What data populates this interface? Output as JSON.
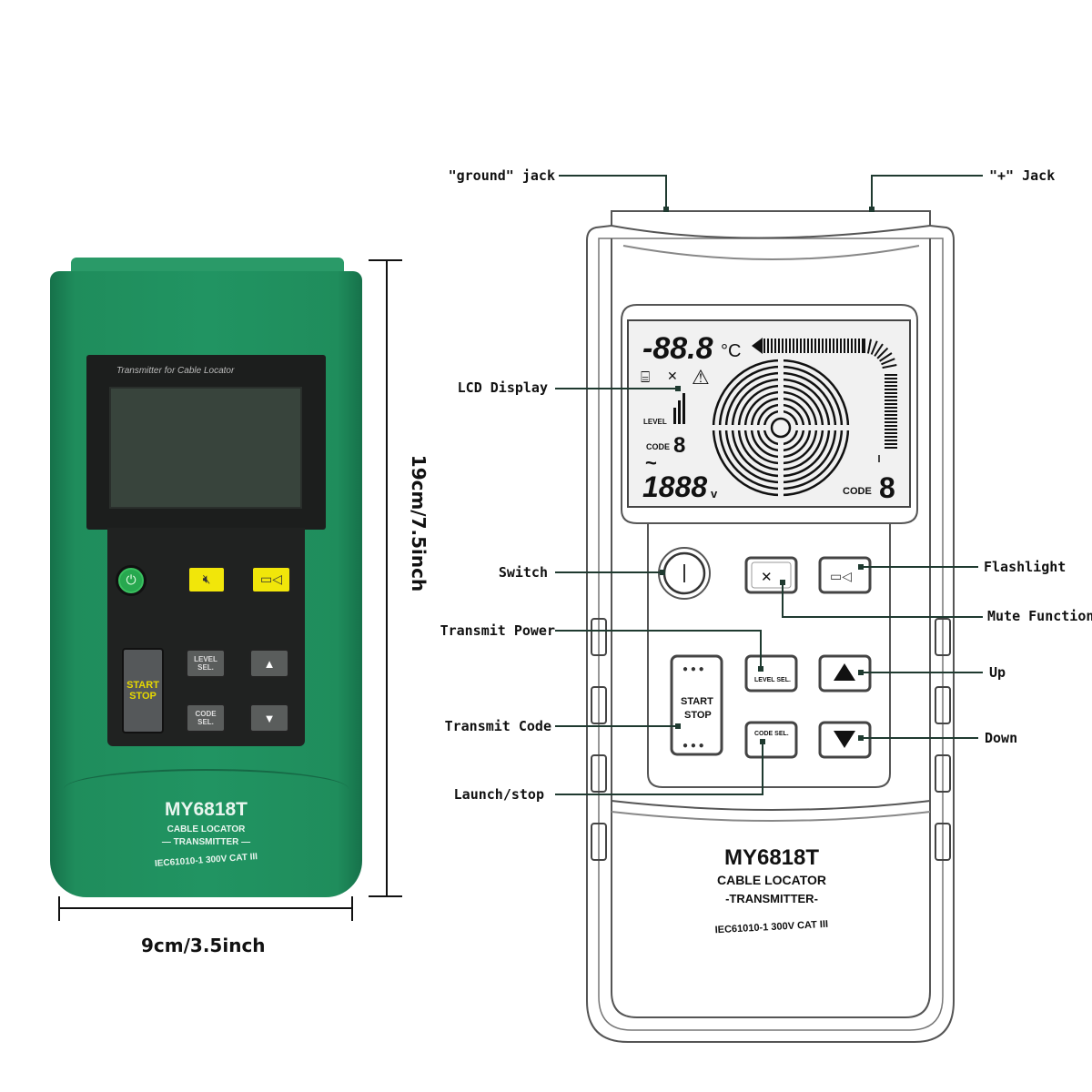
{
  "left_device": {
    "panel_caption": "Transmitter for Cable Locator",
    "model": "MY6818T",
    "line1": "CABLE LOCATOR",
    "line2": "— TRANSMITTER —",
    "rating": "IEC61010-1  300V CAT III",
    "buttons": {
      "start": "START",
      "stop": "STOP",
      "level_sel": "LEVEL SEL.",
      "code_sel": "CODE SEL."
    },
    "body_color": "#1f8a5a",
    "button_color": "#f1e60a"
  },
  "dimensions": {
    "height": "19cm/7.5inch",
    "width": "9cm/3.5inch"
  },
  "right_device": {
    "model": "MY6818T",
    "line1": "CABLE LOCATOR",
    "line2": "-TRANSMITTER-",
    "rating": "IEC61010-1 300V CAT III",
    "lcd": {
      "temperature": "-88.8",
      "temp_unit": "°C",
      "level": "LEVEL",
      "code_left": "CODE",
      "code_left_digit": "8",
      "ac": "~",
      "voltage": "1888",
      "voltage_unit": "v",
      "code_right": "CODE",
      "code_right_digit": "8"
    },
    "buttons": {
      "start": "START",
      "stop": "STOP",
      "level_sel": "LEVEL SEL.",
      "code_sel": "CODE SEL."
    }
  },
  "callouts": {
    "ground_jack": "\"ground\" jack",
    "plus_jack": "\"+\" Jack",
    "lcd_display": "LCD Display",
    "switch": "Switch",
    "transmit_power": "Transmit Power",
    "transmit_code": "Transmit Code",
    "launch_stop": "Launch/stop",
    "flashlight": "Flashlight",
    "mute_function": "Mute Function",
    "up": "Up",
    "down": "Down"
  }
}
